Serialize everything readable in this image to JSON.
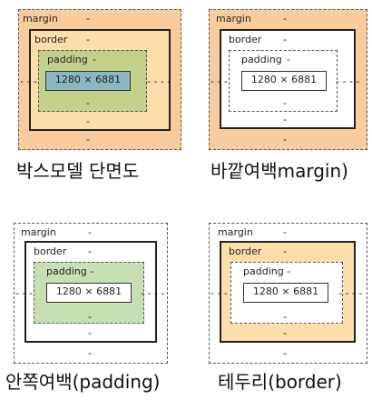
{
  "labels": {
    "margin": "margin",
    "border": "border",
    "padding": "padding",
    "dash": "-",
    "content_size": "1280 × 6881"
  },
  "captions": {
    "box_model": "박스모델 단면도",
    "margin": "바깥여백margin)",
    "padding": "안쪽여백(padding)",
    "border": "테두리(border)"
  },
  "colors": {
    "margin_fill": "#f9cc9d",
    "border_fill": "#fdddaa",
    "padding_fill": "#c3d08b",
    "content_fill": "#8cb6c0",
    "highlight_padding": "#c6e0b4",
    "white": "#ffffff"
  }
}
